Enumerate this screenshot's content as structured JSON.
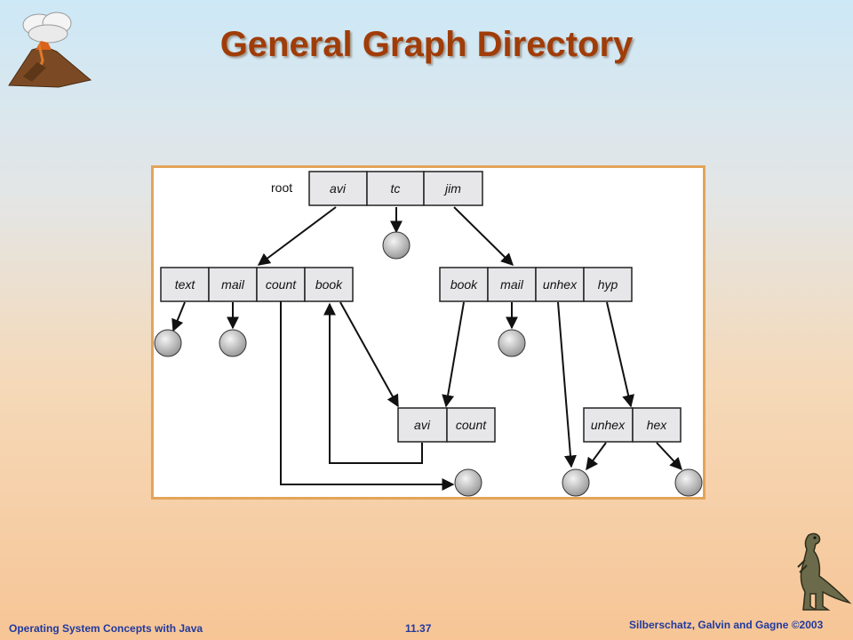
{
  "slide": {
    "title": "General Graph Directory",
    "footer_left": "Operating System Concepts with Java",
    "footer_center": "11.37",
    "footer_right": "Silberschatz, Galvin and Gagne ©2003"
  },
  "diagram": {
    "root_label": "root",
    "root_cells": [
      "avi",
      "tc",
      "jim"
    ],
    "left_dir_cells": [
      "text",
      "mail",
      "count",
      "book"
    ],
    "right_dir_cells": [
      "book",
      "mail",
      "unhex",
      "hyp"
    ],
    "mid_dir_cells": [
      "avi",
      "count"
    ],
    "sub_dir_cells": [
      "unhex",
      "hex"
    ]
  },
  "colors": {
    "title": "#a03c08",
    "footer_text": "#1f3a9e",
    "frame_border": "#e3a45a",
    "cell_fill": "#e7e7ea"
  },
  "icons": {
    "top_left": "volcano-logo-icon",
    "bottom_right": "dinosaur-logo-icon"
  }
}
